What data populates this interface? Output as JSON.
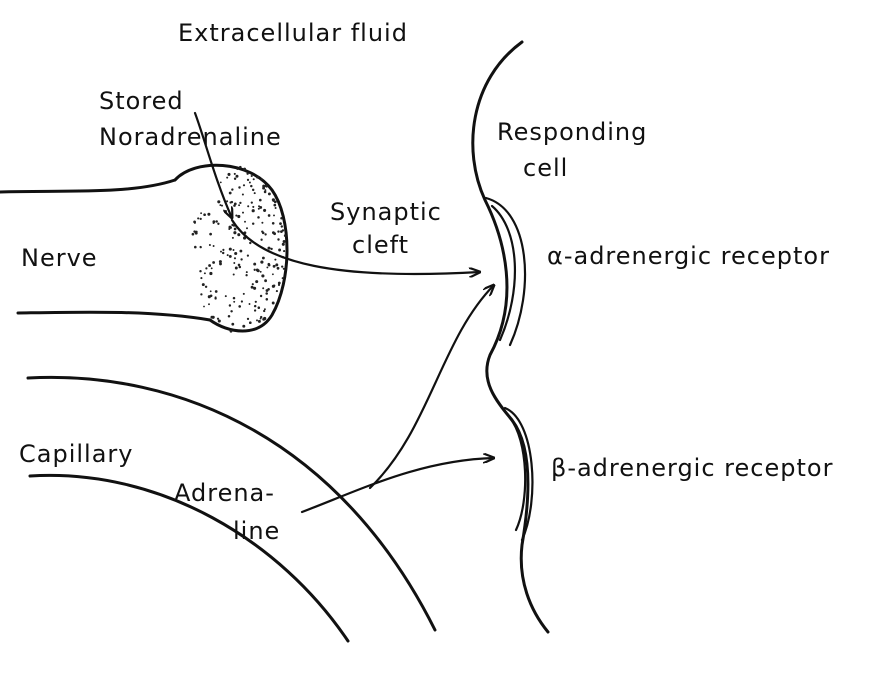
{
  "labels": {
    "extracellular": "Extracellular fluid",
    "stored_1": "Stored",
    "stored_2": "Noradrenaline",
    "responding_1": "Responding",
    "responding_2": "cell",
    "synaptic_1": "Synaptic",
    "synaptic_2": "cleft",
    "nerve": "Nerve",
    "alpha_receptor": "α-adrenergic receptor",
    "beta_receptor": "β-adrenergic receptor",
    "capillary": "Capillary",
    "adrenaline_1": "Adrena-",
    "adrenaline_2": "line"
  }
}
